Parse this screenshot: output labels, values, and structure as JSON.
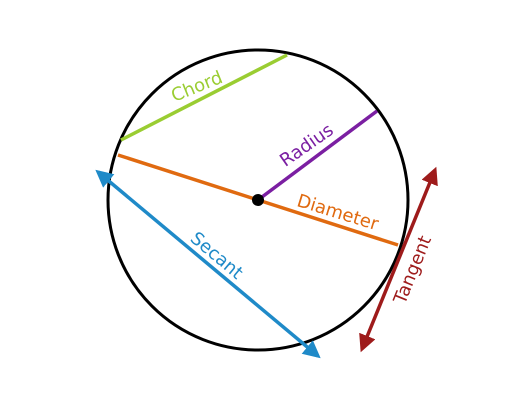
{
  "labels": {
    "chord": "Chord",
    "radius": "Radius",
    "diameter": "Diameter",
    "secant": "Secant",
    "tangent": "Tangent"
  },
  "colors": {
    "circle": "#000000",
    "chord": "#9acd32",
    "radius": "#7b1fa2",
    "diameter": "#e06a10",
    "secant": "#1f8ac8",
    "tangent": "#9e1b1b"
  }
}
